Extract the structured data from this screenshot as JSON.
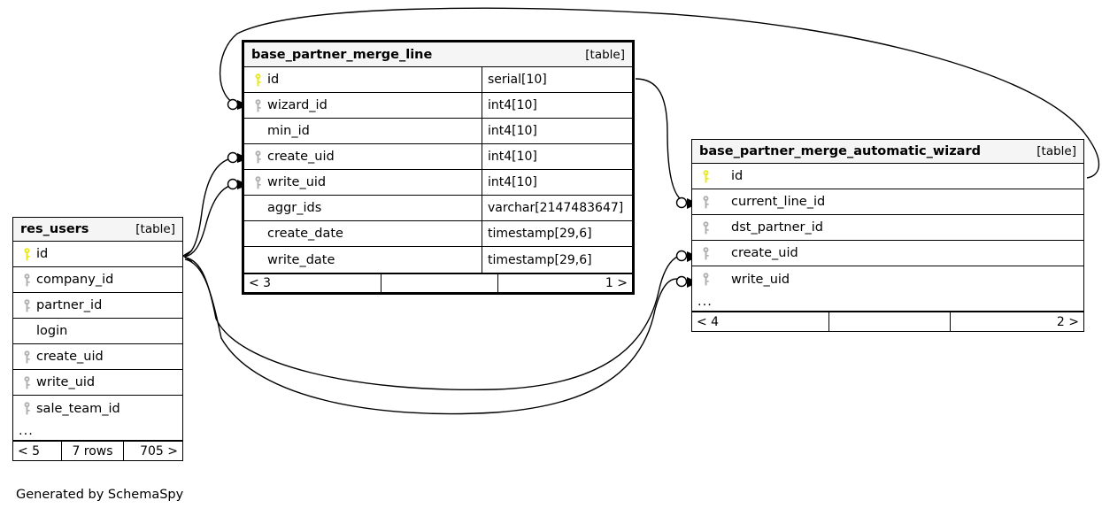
{
  "diagram": {
    "generator_caption": "Generated by SchemaSpy",
    "table_tag": "[table]",
    "ellipsis": "...",
    "colors": {
      "primary_key": "#e8e81c",
      "foreign_key": "#b0b0b0",
      "header_background": "#f5f5f5",
      "border": "#000000",
      "background": "#ffffff"
    }
  },
  "tables": [
    {
      "id": "res_users",
      "name": "res_users",
      "tag": "[table]",
      "focus": false,
      "has_type_column": false,
      "columns": [
        {
          "name": "id",
          "key": "primary"
        },
        {
          "name": "company_id",
          "key": "foreign"
        },
        {
          "name": "partner_id",
          "key": "foreign"
        },
        {
          "name": "login",
          "key": "none"
        },
        {
          "name": "create_uid",
          "key": "foreign"
        },
        {
          "name": "write_uid",
          "key": "foreign"
        },
        {
          "name": "sale_team_id",
          "key": "foreign"
        }
      ],
      "truncated": true,
      "footer": {
        "prev": "< 5",
        "middle": "7 rows",
        "next": "705 >"
      }
    },
    {
      "id": "base_partner_merge_line",
      "name": "base_partner_merge_line",
      "tag": "[table]",
      "focus": true,
      "has_type_column": true,
      "columns": [
        {
          "name": "id",
          "type": "serial[10]",
          "key": "primary"
        },
        {
          "name": "wizard_id",
          "type": "int4[10]",
          "key": "foreign"
        },
        {
          "name": "min_id",
          "type": "int4[10]",
          "key": "none"
        },
        {
          "name": "create_uid",
          "type": "int4[10]",
          "key": "foreign"
        },
        {
          "name": "write_uid",
          "type": "int4[10]",
          "key": "foreign"
        },
        {
          "name": "aggr_ids",
          "type": "varchar[2147483647]",
          "key": "none"
        },
        {
          "name": "create_date",
          "type": "timestamp[29,6]",
          "key": "none"
        },
        {
          "name": "write_date",
          "type": "timestamp[29,6]",
          "key": "none"
        }
      ],
      "truncated": false,
      "footer": {
        "prev": "< 3",
        "middle": "",
        "next": "1 >"
      }
    },
    {
      "id": "base_partner_merge_automatic_wizard",
      "name": "base_partner_merge_automatic_wizard",
      "tag": "[table]",
      "focus": false,
      "has_type_column": false,
      "columns": [
        {
          "name": "id",
          "key": "primary"
        },
        {
          "name": "current_line_id",
          "key": "foreign"
        },
        {
          "name": "dst_partner_id",
          "key": "foreign"
        },
        {
          "name": "create_uid",
          "key": "foreign"
        },
        {
          "name": "write_uid",
          "key": "foreign"
        }
      ],
      "truncated": true,
      "footer": {
        "prev": "< 4",
        "middle": "",
        "next": "2 >"
      }
    }
  ],
  "relationships": [
    {
      "name": "merge_line-wizard_id-to-wizard-id",
      "from_table": "base_partner_merge_line",
      "from_column": "wizard_id",
      "to_table": "base_partner_merge_automatic_wizard",
      "to_column": "id"
    },
    {
      "name": "wizard-current_line_id-to-merge_line-id",
      "from_table": "base_partner_merge_automatic_wizard",
      "from_column": "current_line_id",
      "to_table": "base_partner_merge_line",
      "to_column": "id"
    },
    {
      "name": "merge_line-create_uid-to-res_users-id",
      "from_table": "base_partner_merge_line",
      "from_column": "create_uid",
      "to_table": "res_users",
      "to_column": "id"
    },
    {
      "name": "merge_line-write_uid-to-res_users-id",
      "from_table": "base_partner_merge_line",
      "from_column": "write_uid",
      "to_table": "res_users",
      "to_column": "id"
    },
    {
      "name": "wizard-create_uid-to-res_users-id",
      "from_table": "base_partner_merge_automatic_wizard",
      "from_column": "create_uid",
      "to_table": "res_users",
      "to_column": "id"
    },
    {
      "name": "wizard-write_uid-to-res_users-id",
      "from_table": "base_partner_merge_automatic_wizard",
      "from_column": "write_uid",
      "to_table": "res_users",
      "to_column": "id"
    }
  ]
}
